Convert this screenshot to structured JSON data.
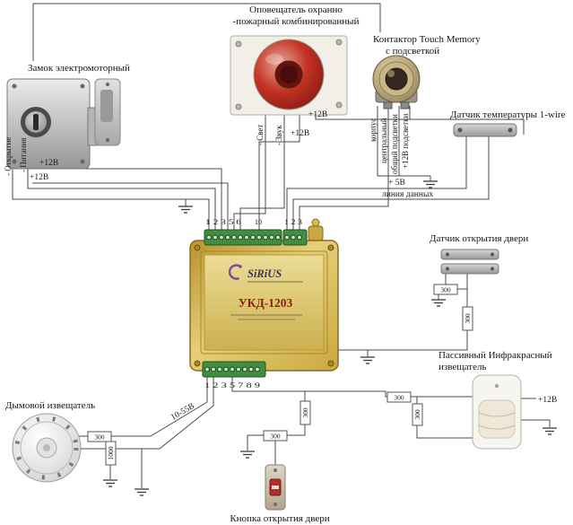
{
  "components": {
    "lock": {
      "label": "Замок электромоторный"
    },
    "siren": {
      "label1": "Оповещатель охранно",
      "label2": "-пожарный комбинированный"
    },
    "touch_memory": {
      "label1": "Контактор Touch Memory",
      "label2": "с подсветкой"
    },
    "temp_sensor": {
      "label": "Датчик температуры 1-wire"
    },
    "door_sensor": {
      "label": "Датчик открытия двери"
    },
    "pir": {
      "label1": "Пассивный Инфракрасный",
      "label2": "извещатель"
    },
    "smoke_detector": {
      "label": "Дымовой извещатель"
    },
    "door_button": {
      "label": "Кнопка открытия двери"
    },
    "controller": {
      "brand": "SiRiUS",
      "model": "УКД-1203"
    }
  },
  "wire_labels": {
    "lock_open": "- Открытие",
    "lock_power": "- Питания",
    "lock_12v_a": "+12В",
    "lock_12v_b": "+12В",
    "siren_light": "- Свет",
    "siren_sound": "- Звук",
    "siren_12v_a": "+12В",
    "siren_12v_b": "+12В",
    "tm_body": "корпус",
    "tm_center": "центральный",
    "tm_backlight_common": "общий подсветки",
    "tm_backlight_12v": "+12В подсветки",
    "temp_5v": "+ 5В",
    "temp_data": "линия данных",
    "pir_12v": "+12В",
    "supply_range": "10-55В"
  },
  "terminals": {
    "top_group1": "1 2 3 5 6",
    "top_group2": "10",
    "top_group3": "1 2 3",
    "bottom": "1 2 3 5 7 8 9"
  },
  "resistors": [
    {
      "name": "smoke-series",
      "value": "300"
    },
    {
      "name": "smoke-parallel",
      "value": "1000"
    },
    {
      "name": "button-series",
      "value": "300"
    },
    {
      "name": "button-eol",
      "value": "300"
    },
    {
      "name": "door-series",
      "value": "300"
    },
    {
      "name": "door-eol",
      "value": "300"
    },
    {
      "name": "pir-series",
      "value": "300"
    },
    {
      "name": "pir-eol",
      "value": "300"
    }
  ],
  "colors": {
    "wire": "#4a4a4a",
    "terminal_green": "#3f8f3f",
    "unit_gold": "#d9bc55",
    "model_red": "#8a1f12",
    "siren_red": "#b92a1a"
  }
}
